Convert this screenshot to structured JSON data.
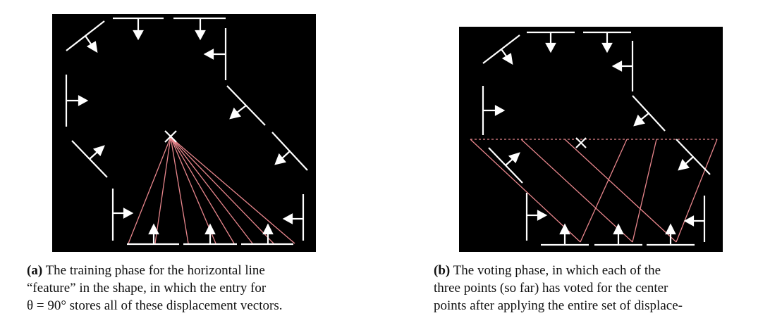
{
  "figure": {
    "subfig_a": {
      "label": "(a)",
      "caption": "The training phase for the horizontal line\n“feature” in the shape, in which the entry for\nθ = 90° stores all of these displacement vectors."
    },
    "subfig_b": {
      "label": "(b)",
      "caption": "The voting phase, in which each of the\nthree points (so far) has voted for the center\npoints after applying the entire set of displace-"
    }
  },
  "colors": {
    "background": "#000000",
    "feature": "#ffffff",
    "vector": "#e8868c",
    "page": "#ffffff"
  }
}
